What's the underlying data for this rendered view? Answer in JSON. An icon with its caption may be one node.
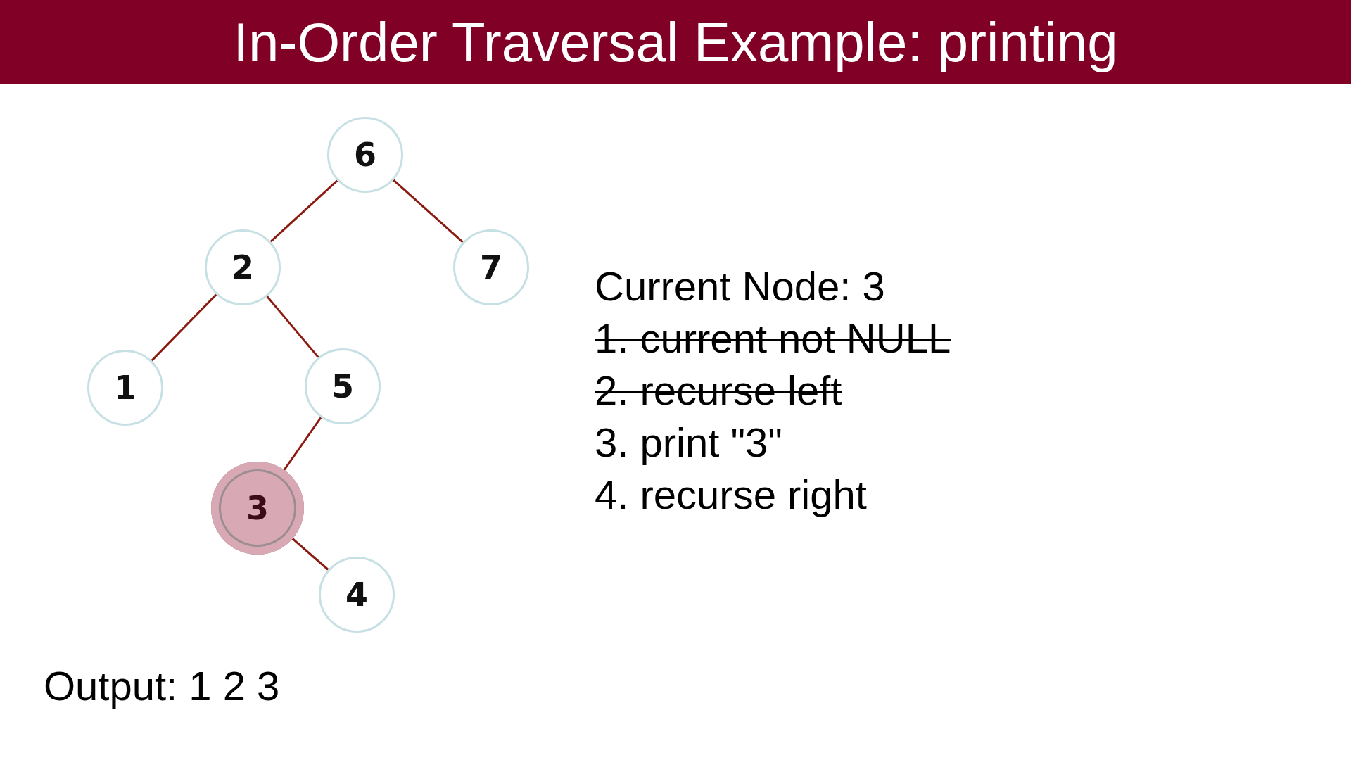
{
  "diagram": {
    "title": "In-Order Traversal Example: printing",
    "nodes": [
      {
        "text": [
          "6"
        ]
      },
      {
        "text": [
          "2"
        ]
      },
      {
        "text": [
          "7"
        ]
      },
      {
        "text": [
          "1"
        ]
      },
      {
        "text": [
          "5"
        ]
      },
      {
        "text": [
          "3"
        ]
      },
      {
        "text": [
          "4"
        ]
      }
    ],
    "edges": [
      {
        "from": 0,
        "to": 1,
        "arrow": "none"
      },
      {
        "from": 0,
        "to": 2,
        "arrow": "none"
      },
      {
        "from": 1,
        "to": 3,
        "arrow": "none"
      },
      {
        "from": 1,
        "to": 4,
        "arrow": "none"
      },
      {
        "from": 4,
        "to": 5,
        "arrow": "none"
      },
      {
        "from": 5,
        "to": 6,
        "arrow": "none"
      }
    ],
    "labels": [
      "Current Node: 3",
      "1. current not NULL",
      "2. recurse left",
      "3. print \"3\"",
      "4. recurse right",
      "Output: 1 2 3"
    ]
  }
}
